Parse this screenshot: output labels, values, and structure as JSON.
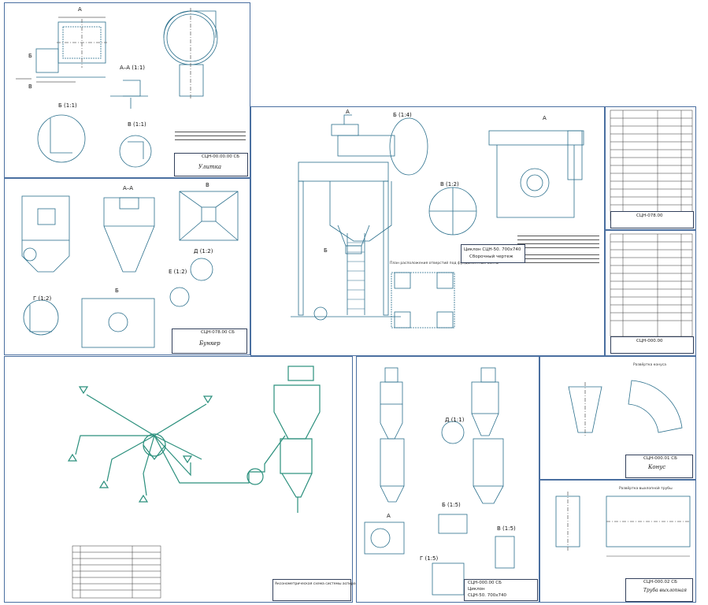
{
  "sheets": {
    "cap": {
      "code": "СЦН-00.00.00 СБ",
      "title": "Улитка",
      "view_labels": [
        "А",
        "Б",
        "В",
        "А–А (1:1)",
        "Б (1:1)",
        "В (1:1)"
      ]
    },
    "hopper": {
      "code": "СЦН-078.00 СБ",
      "title": "Бункер",
      "view_labels": [
        "А–А",
        "В",
        "Б",
        "Д (1:2)",
        "Е (1:2)",
        "Г (1:2)"
      ]
    },
    "assembly": {
      "title": "Циклон СЦН-50. 700x740",
      "subtitle": "Сборочный чертеж",
      "view_labels": [
        "А",
        "Б (1:4)",
        "В (1:2)",
        "Б",
        "А"
      ],
      "plan_caption": "План расположения отверстий под фундаментные болты"
    },
    "spec1": {
      "code": "СЦН-078.00"
    },
    "spec2": {
      "code": "СЦН-000.00"
    },
    "scheme": {
      "caption": "Аксонометрическая схема системы аспирации"
    },
    "cyclone": {
      "code": "СЦН-000.00 СБ",
      "title": "Циклон",
      "subtitle": "СЦН-50. 700x740",
      "view_labels": [
        "А",
        "Б (1:5)",
        "В (1:5)",
        "Г (1:5)",
        "Д (1:1)"
      ]
    },
    "cone": {
      "code": "СЦН-000.01 СБ",
      "title": "Конус",
      "caption": "Развёртка конуса"
    },
    "pipe": {
      "code": "СЦН-000.02 СБ",
      "title": "Труба выхлопная",
      "caption": "Развёртка выхлопной трубы"
    }
  },
  "colors": {
    "frame": "#4a6fa0",
    "line": "#2a6f8c",
    "ink": "#1a1a1a"
  }
}
